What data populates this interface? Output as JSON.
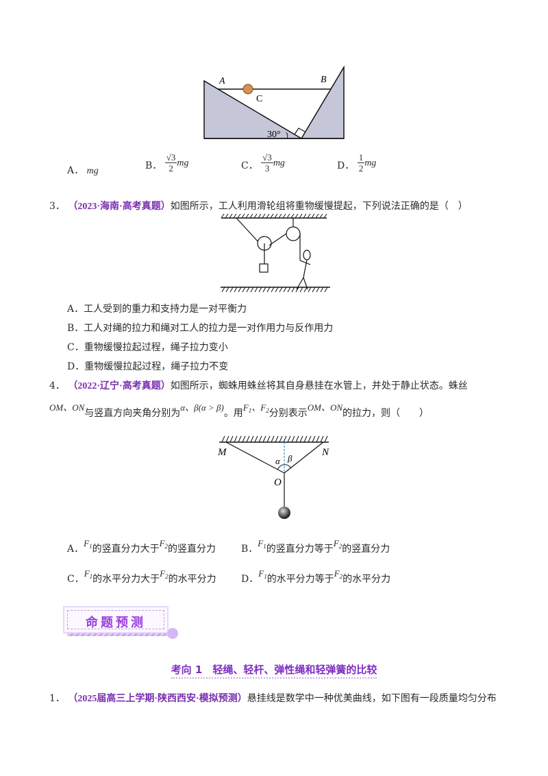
{
  "figure_prev": {
    "labels": {
      "a": "A",
      "b": "B",
      "c": "C",
      "angle": "30°"
    },
    "fill_color": "#c5c6d8",
    "ball_color": "#d99050"
  },
  "q2_options": [
    {
      "letter": "A．",
      "expr": "mg"
    },
    {
      "letter": "B．",
      "num": "√3",
      "den": "2",
      "expr": "mg"
    },
    {
      "letter": "C．",
      "num": "√3",
      "den": "3",
      "expr": "mg"
    },
    {
      "letter": "D．",
      "num": "1",
      "den": "2",
      "expr": "mg"
    }
  ],
  "q3": {
    "number": "3．",
    "source": "（2023·海南·高考真题）",
    "stem": "如图所示，工人利用滑轮组将重物缓慢提起，下列说法正确的是（　）",
    "options": [
      "A．工人受到的重力和支持力是一对平衡力",
      "B．工人对绳的拉力和绳对工人的拉力是一对作用力与反作用力",
      "C．重物缓慢拉起过程，绳子拉力变小",
      "D．重物缓慢拉起过程，绳子拉力不变"
    ]
  },
  "q4": {
    "number": "4．",
    "source": "（2022·辽宁·高考真题）",
    "stem_line1": "如图所示，蜘蛛用蛛丝将其自身悬挂在水管上，并处于静止状态。蛛丝",
    "stem_line2": {
      "om_on": "OM、ON",
      "t1": "与竖直方向夹角分别为",
      "angles": "α、β(α > β)",
      "t2": "。用",
      "forces": "F",
      "t3": "分别表示",
      "om_on2": "OM、ON",
      "t4": "的拉力，则（　　）"
    },
    "figure": {
      "m": "M",
      "n": "N",
      "o": "O",
      "alpha": "α",
      "beta": "β"
    },
    "options": [
      {
        "letter": "A．",
        "f1": "F",
        "mid": "的竖直分力大于",
        "f2": "F",
        "end": "的竖直分力"
      },
      {
        "letter": "B．",
        "f1": "F",
        "mid": "的竖直分力等于",
        "f2": "F",
        "end": "的竖直分力"
      },
      {
        "letter": "C．",
        "f1": "F",
        "mid": "的水平分力大于",
        "f2": "F",
        "end": "的水平分力"
      },
      {
        "letter": "D．",
        "f1": "F",
        "mid": "的水平分力等于",
        "f2": "F",
        "end": "的水平分力"
      }
    ]
  },
  "badge": {
    "label": "命题预测",
    "color": "#9b3fdc"
  },
  "section": {
    "title": "考向 1　轻绳、轻杆、弹性绳和轻弹簧的比较",
    "color": "#7e2cc4"
  },
  "q_next": {
    "number": "1．",
    "source": "（2025届高三上学期·陕西西安·模拟预测）",
    "stem": "悬挂线是数学中一种优美曲线，如下图有一段质量均匀分布"
  }
}
